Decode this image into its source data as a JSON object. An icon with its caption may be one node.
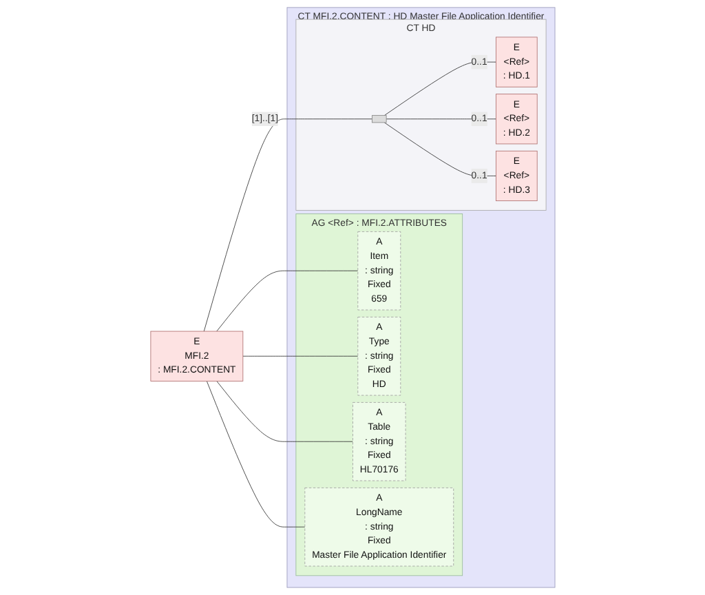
{
  "diagram": {
    "nodes": [
      {
        "text": [
          "E",
          "MFI.2",
          ": MFI.2.CONTENT"
        ]
      },
      {
        "text": [
          "CT",
          "MFI.2.CONTENT : HD",
          "Master File Application Identifier"
        ]
      },
      {
        "text": [
          "AG",
          "<Ref>",
          ": MFI.2.ATTRIBUTES"
        ],
        "in": 1
      },
      {
        "text": [
          "A",
          "Item",
          ": string",
          "Fixed",
          "659"
        ],
        "in": 2
      },
      {
        "text": [
          "A",
          "Type",
          ": string",
          "Fixed",
          "HD"
        ],
        "in": 2
      },
      {
        "text": [
          "A",
          "Table",
          ": string",
          "Fixed",
          "HL70176"
        ],
        "in": 2
      },
      {
        "text": [
          "A",
          "LongName",
          ": string",
          "Fixed",
          "Master File Application Identifier"
        ],
        "in": 2
      },
      {
        "text": [
          "CT",
          "HD"
        ],
        "in": 1
      },
      {
        "text": [],
        "shape": "box",
        "in": 7
      },
      {
        "text": [
          "E",
          "<Ref>",
          ": HD.1"
        ],
        "in": 7
      },
      {
        "text": [
          "E",
          "<Ref>",
          ": HD.2"
        ],
        "in": 7
      },
      {
        "text": [
          "E",
          "<Ref>",
          ": HD.3"
        ],
        "in": 7
      }
    ],
    "edges": [
      {
        "from": 0,
        "to": 3,
        "arrow": "none"
      },
      {
        "from": 0,
        "to": 4,
        "arrow": "none"
      },
      {
        "from": 0,
        "to": 5,
        "arrow": "none"
      },
      {
        "from": 0,
        "to": 6,
        "arrow": "none"
      },
      {
        "from": 0,
        "to": 8,
        "arrow": "none",
        "label": "[1]..[1]"
      },
      {
        "from": 8,
        "to": 9,
        "arrow": "none",
        "label": "0..1"
      },
      {
        "from": 8,
        "to": 10,
        "arrow": "none",
        "label": "0..1"
      },
      {
        "from": 8,
        "to": 11,
        "arrow": "none",
        "label": "0..1"
      }
    ]
  }
}
